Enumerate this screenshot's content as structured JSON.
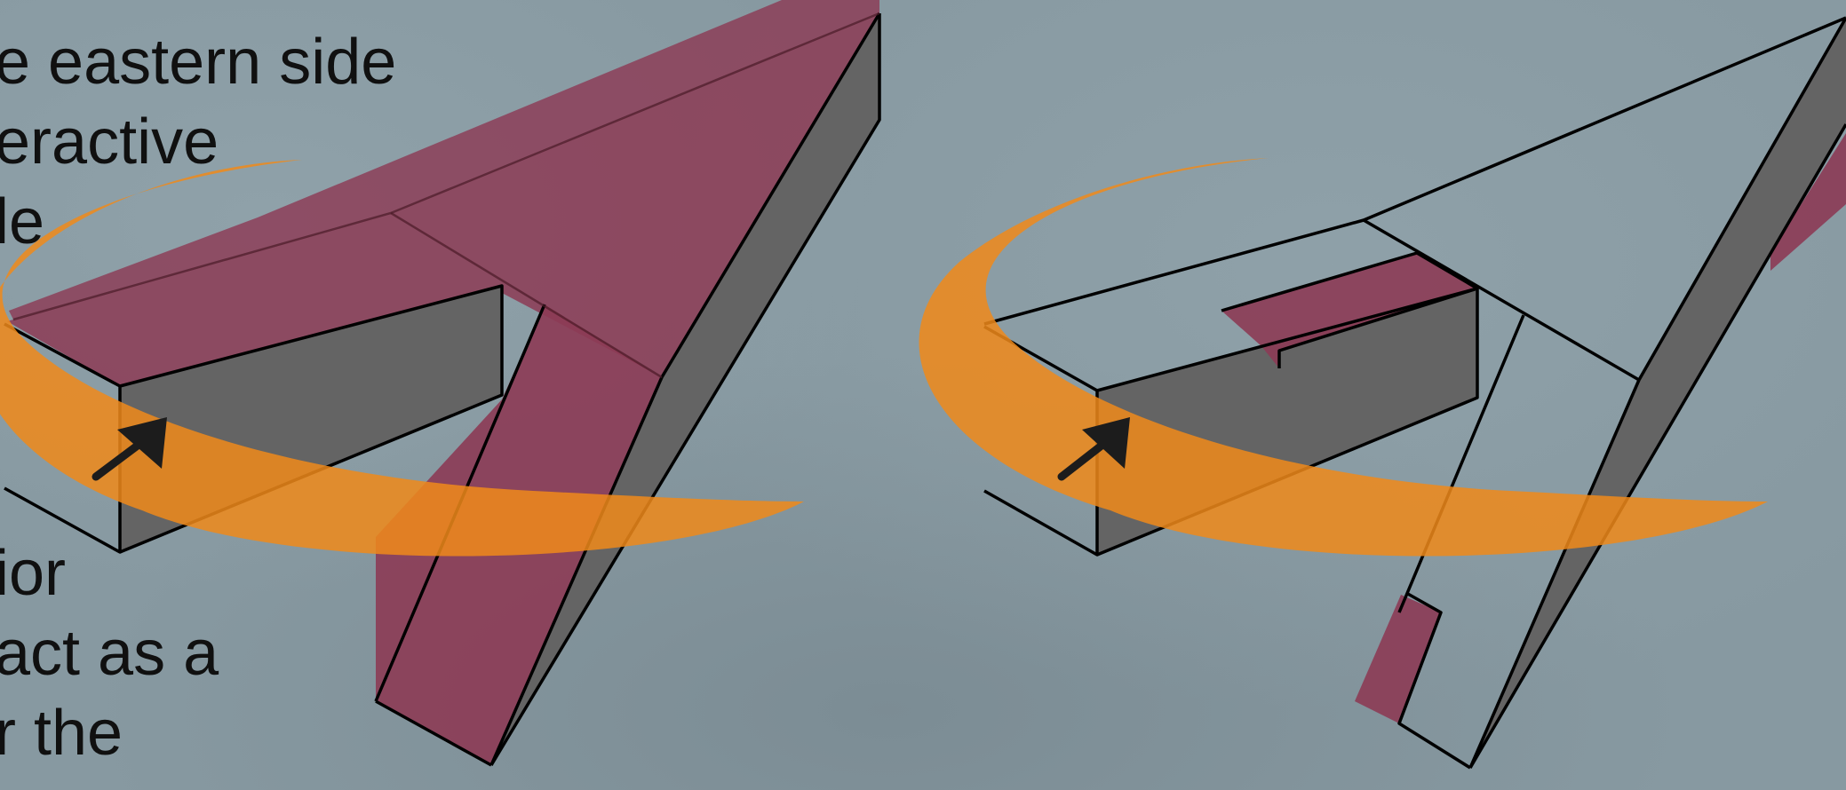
{
  "caption": {
    "top_lines": [
      "e eastern side",
      "eractive",
      "le"
    ],
    "bottom_lines": [
      "ior",
      "act as a",
      "r the"
    ]
  },
  "colors": {
    "background": "#8799a1",
    "wall_fill": "#8c3b55",
    "shadow_fill": "#646464",
    "orbit_arrow": "#f08a1a",
    "outline": "#000000"
  },
  "icons": [
    "rotate-arrow-icon",
    "direction-arrow-icon"
  ]
}
